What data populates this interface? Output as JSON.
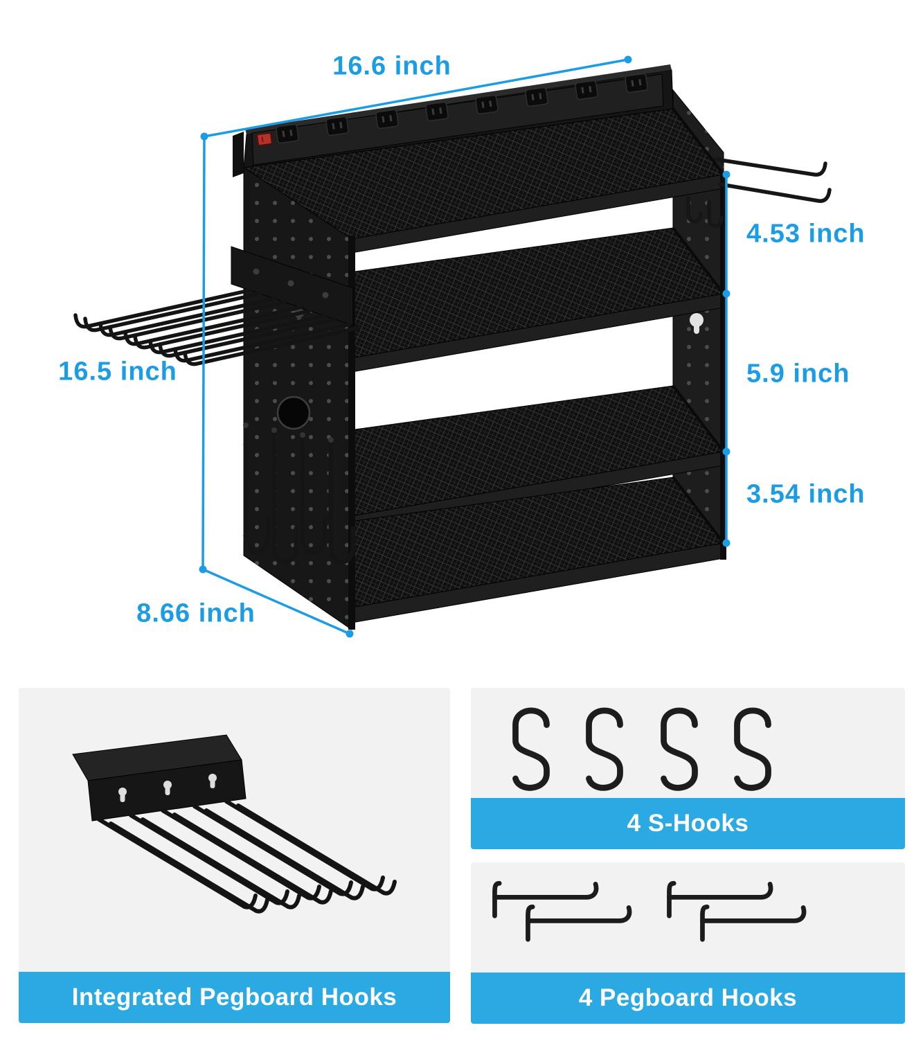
{
  "colors": {
    "accent_blue": "#1b9ce4",
    "banner_blue": "#2aa9e2",
    "banner_text": "#ffffff",
    "card_background": "#f2f2f2",
    "product_black": "#1a1a1a",
    "switch_red": "#b3322a"
  },
  "main_diagram": {
    "dimensions": {
      "top_width": "16.6 inch",
      "shelf_gap_top": "4.53 inch",
      "shelf_gap_middle": "5.9 inch",
      "shelf_gap_bottom": "3.54 inch",
      "height": "16.5 inch",
      "depth": "8.66 inch"
    }
  },
  "cards": {
    "integrated_hooks": {
      "label": "Integrated Pegboard Hooks"
    },
    "s_hooks": {
      "label": "4 S-Hooks"
    },
    "pegboard_hooks": {
      "label": "4 Pegboard Hooks"
    }
  }
}
